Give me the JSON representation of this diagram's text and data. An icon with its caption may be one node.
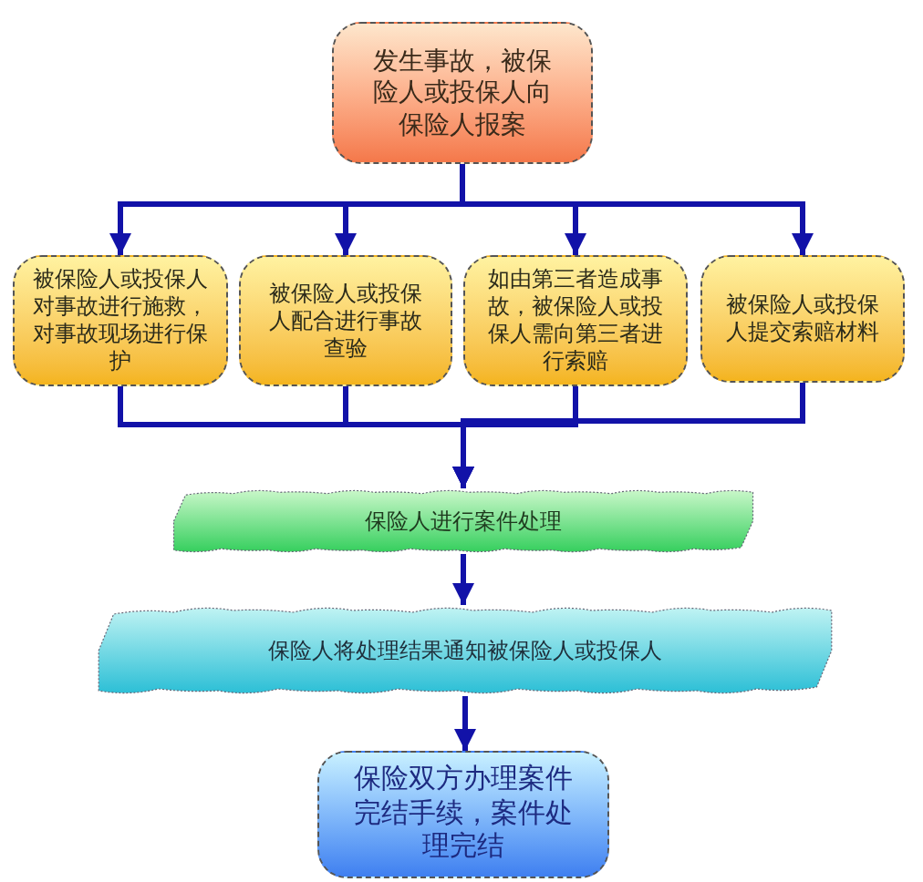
{
  "diagram": {
    "nodes": [
      {
        "text": [
          "发生事故，被保险人或投保人向保险人报案"
        ]
      },
      {
        "text": [
          "被保险人或投保人对事故进行施救，对事故现场进行保护"
        ]
      },
      {
        "text": [
          "被保险人或投保人配合进行事故查验"
        ]
      },
      {
        "text": [
          "如由第三者造成事故，被保险人或投保人需向第三者进行索赔"
        ]
      },
      {
        "text": [
          "被保险人或投保人提交索赔材料"
        ]
      },
      {
        "text": [
          "保险人进行案件处理"
        ]
      },
      {
        "text": [
          "保险人将处理结果通知被保险人或投保人"
        ]
      },
      {
        "text": [
          "保险双方办理案件完结手续，案件处理完结"
        ]
      }
    ],
    "edges": [
      {
        "from": 0,
        "to": 1,
        "arrow": "to"
      },
      {
        "from": 0,
        "to": 2,
        "arrow": "to"
      },
      {
        "from": 0,
        "to": 3,
        "arrow": "to"
      },
      {
        "from": 0,
        "to": 4,
        "arrow": "to"
      },
      {
        "from": 1,
        "to": 5,
        "arrow": "to"
      },
      {
        "from": 2,
        "to": 5,
        "arrow": "to"
      },
      {
        "from": 3,
        "to": 5,
        "arrow": "to"
      },
      {
        "from": 4,
        "to": 5,
        "arrow": "to"
      },
      {
        "from": 5,
        "to": 6,
        "arrow": "to"
      },
      {
        "from": 6,
        "to": 7,
        "arrow": "to"
      }
    ]
  }
}
